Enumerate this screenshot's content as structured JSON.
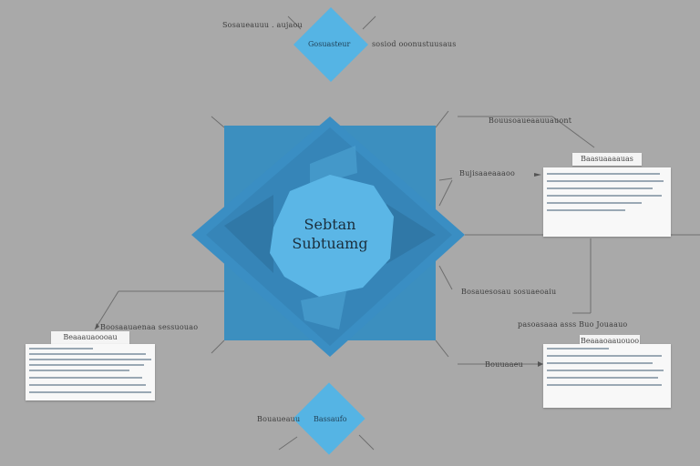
{
  "center": {
    "line1": "Sebtan",
    "line2": "Subtuamg"
  },
  "top_diamond": {
    "label": "Gosuasteur"
  },
  "bottom_diamond": {
    "label": "Bassaufo"
  },
  "labels": {
    "top_left": "Sosaueauuu . aujaou",
    "top_right": "sosiod  ooonustuusaus",
    "upper_right": "Bouusoaueaauuauont",
    "mid_right": "Bujisaaeaaaoo",
    "lower_mid": "Bosauesosau  sosuaeoaiu",
    "right_row": "pasoasaaa asss  Buo  Jouaauo",
    "left_row": "Boosaauaenaa sessuouao",
    "bottom_left": "Bouaueauu",
    "bottom_right": "Bouuaaeu"
  },
  "cards": {
    "right_top_tab": "Baasuaaaauas",
    "right_bottom_tab": "Beaaaoaauouoo",
    "left_tab": "Beaaauaoooau"
  },
  "colors": {
    "background": "#a9a9a9",
    "square": "#3c8fbf",
    "diamond": "#55b4e4",
    "circle": "#5bb6e6"
  }
}
